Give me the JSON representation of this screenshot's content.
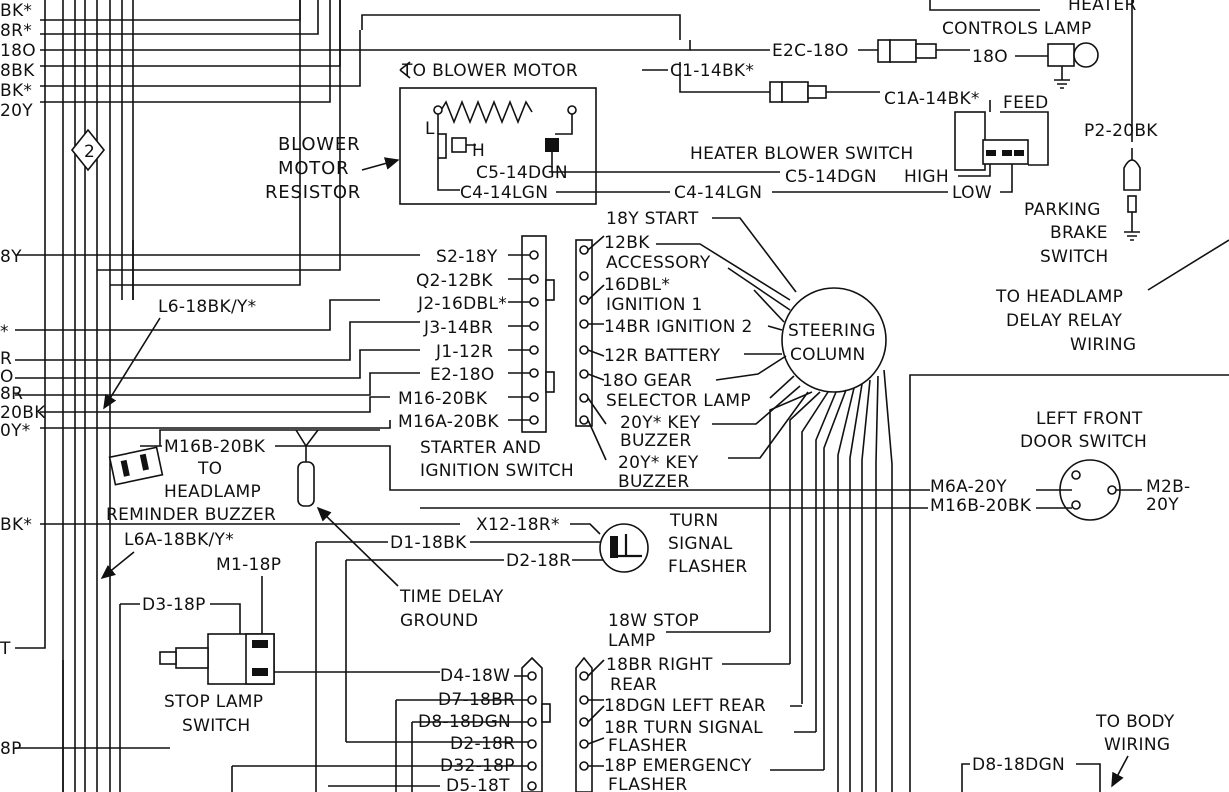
{
  "left_edge_labels": [
    "BK*",
    "8R*",
    "18O",
    "8BK",
    "BK*",
    "20Y",
    "8Y",
    "*",
    "R",
    "O",
    "8R",
    "20BK",
    "0Y*",
    "BK*",
    "T",
    "8P"
  ],
  "top_right": {
    "heater_controls_lamp": [
      "HEATER",
      "CONTROLS LAMP"
    ],
    "e2c": "E2C-18O",
    "w18o": "18O",
    "c1": "C1-14BK*",
    "c1a": "C1A-14BK*",
    "feed": "FEED",
    "to_blower_motor": "TO BLOWER MOTOR",
    "heater_blower_switch": "HEATER BLOWER SWITCH",
    "c5_right": "C5-14DGN",
    "high": "HIGH",
    "c4_right": "C4-14LGN",
    "low": "LOW",
    "p2": "P2-20BK",
    "parking_brake_switch": [
      "PARKING",
      "BRAKE",
      "SWITCH"
    ],
    "to_headlamp_delay": [
      "TO HEADLAMP",
      "DELAY RELAY",
      "WIRING"
    ]
  },
  "blower_resistor": {
    "title": [
      "BLOWER",
      "MOTOR",
      "RESISTOR"
    ],
    "l": "L",
    "h": "H",
    "c5": "C5-14DGN",
    "c4": "C4-14LGN"
  },
  "ignition_connector": {
    "wires": [
      "S2-18Y",
      "Q2-12BK",
      "J2-16DBL*",
      "J3-14BR",
      "J1-12R",
      "E2-18O",
      "M16-20BK",
      "M16A-20BK"
    ],
    "title": [
      "STARTER AND",
      "IGNITION SWITCH"
    ]
  },
  "column_side_top": {
    "labels": [
      "18Y START",
      "12BK",
      "ACCESSORY",
      "16DBL*",
      "IGNITION 1",
      "14BR IGNITION 2",
      "12R BATTERY",
      "18O GEAR",
      "SELECTOR LAMP",
      "20Y* KEY",
      "BUZZER",
      "20Y* KEY",
      "BUZZER"
    ]
  },
  "steering_column": [
    "STEERING",
    "COLUMN"
  ],
  "left_mid": {
    "l6": "L6-18BK/Y*",
    "m16b": "M16B-20BK",
    "to_headlamp_reminder": [
      "TO",
      "HEADLAMP",
      "REMINDER BUZZER"
    ],
    "l6a": "L6A-18BK/Y*",
    "m1": "M1-18P",
    "d3": "D3-18P",
    "stop_lamp_switch": [
      "STOP LAMP",
      "SWITCH"
    ],
    "time_delay_ground": [
      "TIME DELAY",
      "GROUND"
    ]
  },
  "turn_signal": {
    "x12": "X12-18R*",
    "d1": "D1-18BK",
    "d2": "D2-18R",
    "title": [
      "TURN",
      "SIGNAL",
      "FLASHER"
    ]
  },
  "door_switch": {
    "title": [
      "LEFT FRONT",
      "DOOR SWITCH"
    ],
    "m6a": "M6A-20Y",
    "m16b": "M16B-20BK",
    "m2b": [
      "M2B-",
      "20Y"
    ]
  },
  "lower_connector": {
    "wires": [
      "D4-18W",
      "D7-18BR",
      "D8-18DGN",
      "D2-18R",
      "D32-18P",
      "D5-18T"
    ]
  },
  "column_side_bottom": {
    "labels": [
      "18W STOP",
      "LAMP",
      "18BR RIGHT",
      "REAR",
      "18DGN LEFT REAR",
      "18R TURN SIGNAL",
      "FLASHER",
      "18P EMERGENCY",
      "FLASHER"
    ]
  },
  "body_wiring": {
    "title": [
      "TO BODY",
      "WIRING"
    ],
    "d8": "D8-18DGN"
  },
  "marker": "2"
}
